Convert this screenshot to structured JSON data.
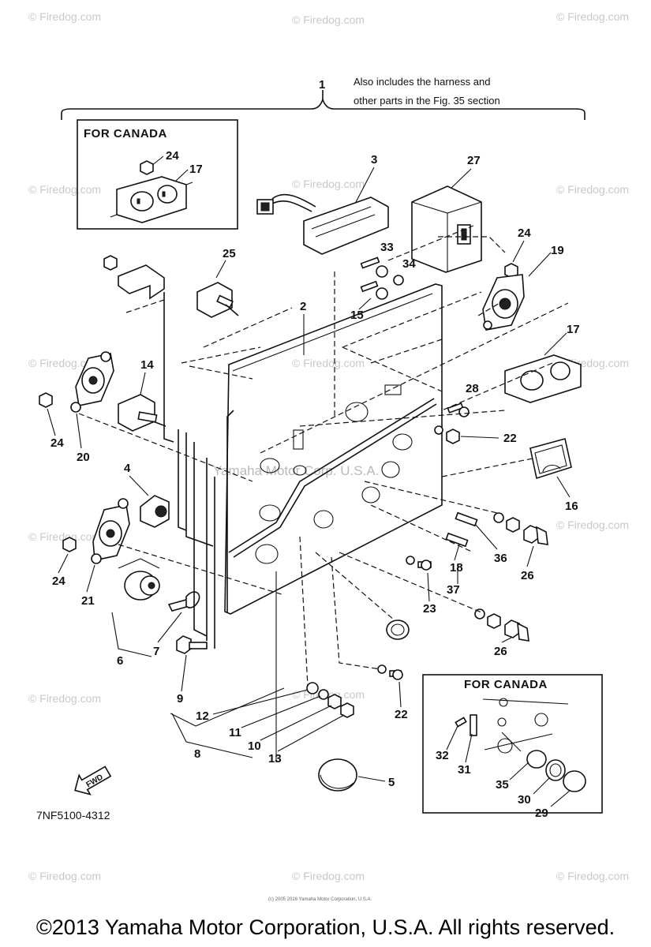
{
  "note": {
    "line1": "Also includes the harness and",
    "line2": "other parts in the Fig. 35 section"
  },
  "canada_box_top": {
    "title": "FOR CANADA"
  },
  "canada_box_bottom": {
    "title": "FOR CANADA"
  },
  "callouts": {
    "c1": "1",
    "c2": "2",
    "c3": "3",
    "c4": "4",
    "c5": "5",
    "c6": "6",
    "c7": "7",
    "c8": "8",
    "c9": "9",
    "c10": "10",
    "c11": "11",
    "c12": "12",
    "c13": "13",
    "c14": "14",
    "c15": "15",
    "c16": "16",
    "c17_top": "17",
    "c17": "17",
    "c18": "18",
    "c19": "19",
    "c20": "20",
    "c21": "21",
    "c22a": "22",
    "c22b": "22",
    "c23": "23",
    "c24_top": "24",
    "c24a": "24",
    "c24b": "24",
    "c24c": "24",
    "c25": "25",
    "c26a": "26",
    "c26b": "26",
    "c27": "27",
    "c28": "28",
    "c29": "29",
    "c30": "30",
    "c31": "31",
    "c32": "32",
    "c33": "33",
    "c34": "34",
    "c35": "35",
    "c36": "36",
    "c37": "37"
  },
  "diagram_code": "7NF5100-4312",
  "fwd_label": "FWD",
  "watermark": "© Firedog.com",
  "center_watermark": "Yamaha Motor Corp. U.S.A.",
  "fine_print": "(c) 2005 2016 Yamaha Motor Corporation, U.S.A.",
  "copyright": "©2013 Yamaha Motor Corporation, U.S.A. All rights reserved."
}
